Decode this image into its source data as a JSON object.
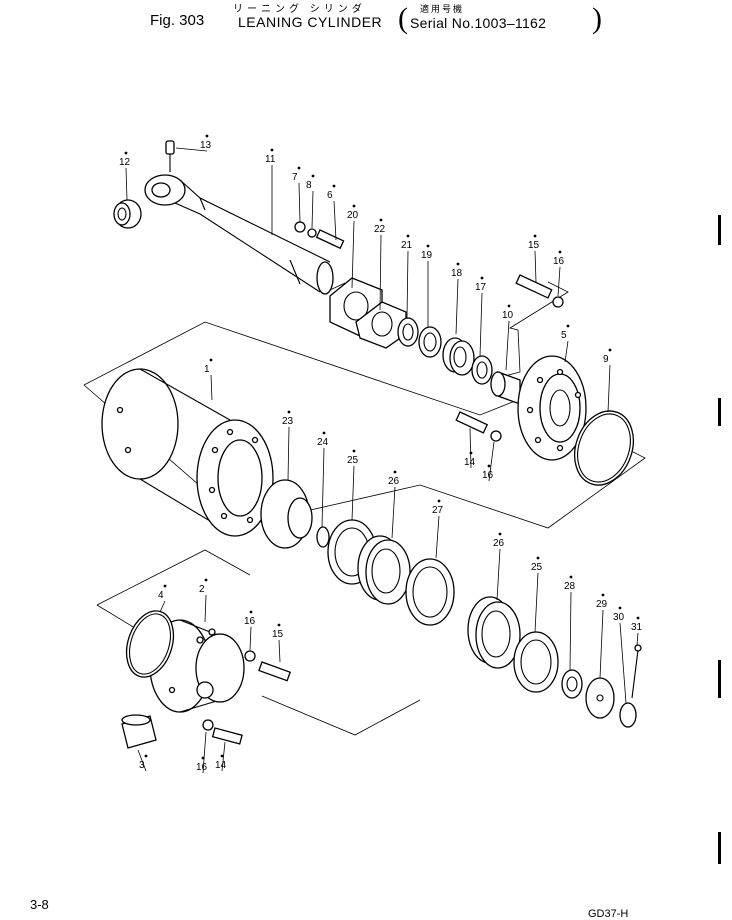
{
  "header": {
    "figure": "Fig. 303",
    "japanese_name": "リーニング シリンダ",
    "title": "LEANING CYLINDER",
    "applicable_label": "適用号機",
    "serial": "Serial No.1003–1162"
  },
  "footer": {
    "page_number": "3-8",
    "code": "GD37-H"
  },
  "callouts": [
    "1",
    "2",
    "3",
    "4",
    "5",
    "6",
    "7",
    "8",
    "9",
    "10",
    "11",
    "12",
    "13",
    "14",
    "14",
    "15",
    "15",
    "16",
    "16",
    "16",
    "16",
    "17",
    "18",
    "19",
    "20",
    "21",
    "22",
    "23",
    "24",
    "25",
    "25",
    "26",
    "26",
    "27",
    "28",
    "29",
    "30",
    "31"
  ]
}
